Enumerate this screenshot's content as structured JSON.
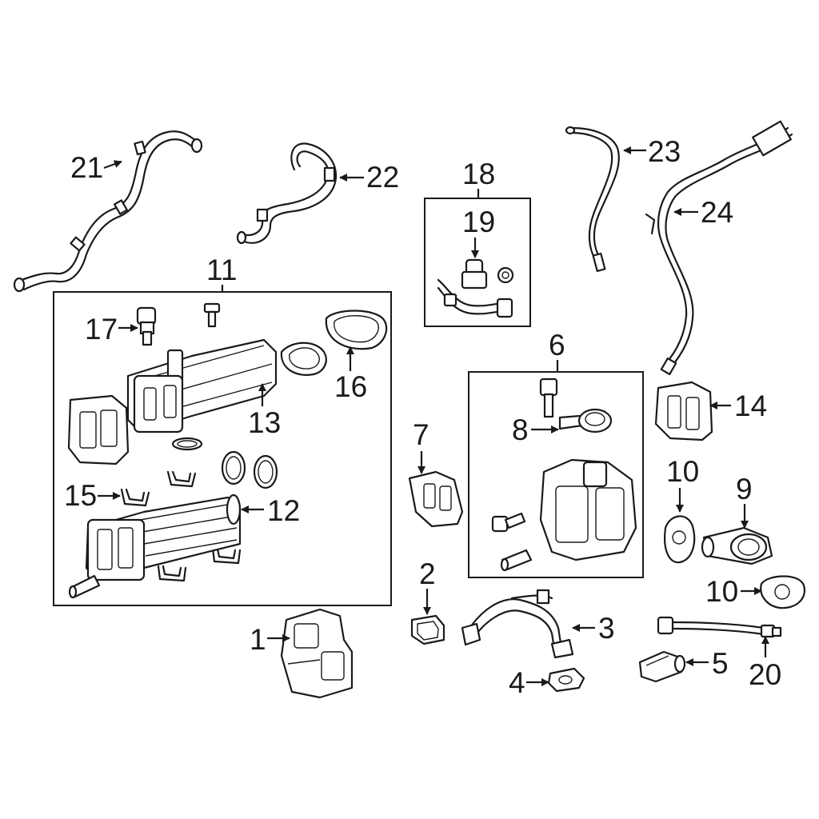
{
  "callouts": {
    "c1": "1",
    "c2": "2",
    "c3": "3",
    "c4": "4",
    "c5": "5",
    "c6": "6",
    "c7": "7",
    "c8": "8",
    "c9": "9",
    "c10a": "10",
    "c10b": "10",
    "c11": "11",
    "c12": "12",
    "c13": "13",
    "c14": "14",
    "c15": "15",
    "c16": "16",
    "c17": "17",
    "c18": "18",
    "c19": "19",
    "c20": "20",
    "c21": "21",
    "c22": "22",
    "c23": "23",
    "c24": "24"
  },
  "colors": {
    "line": "#1a1a1a",
    "background": "#ffffff"
  }
}
